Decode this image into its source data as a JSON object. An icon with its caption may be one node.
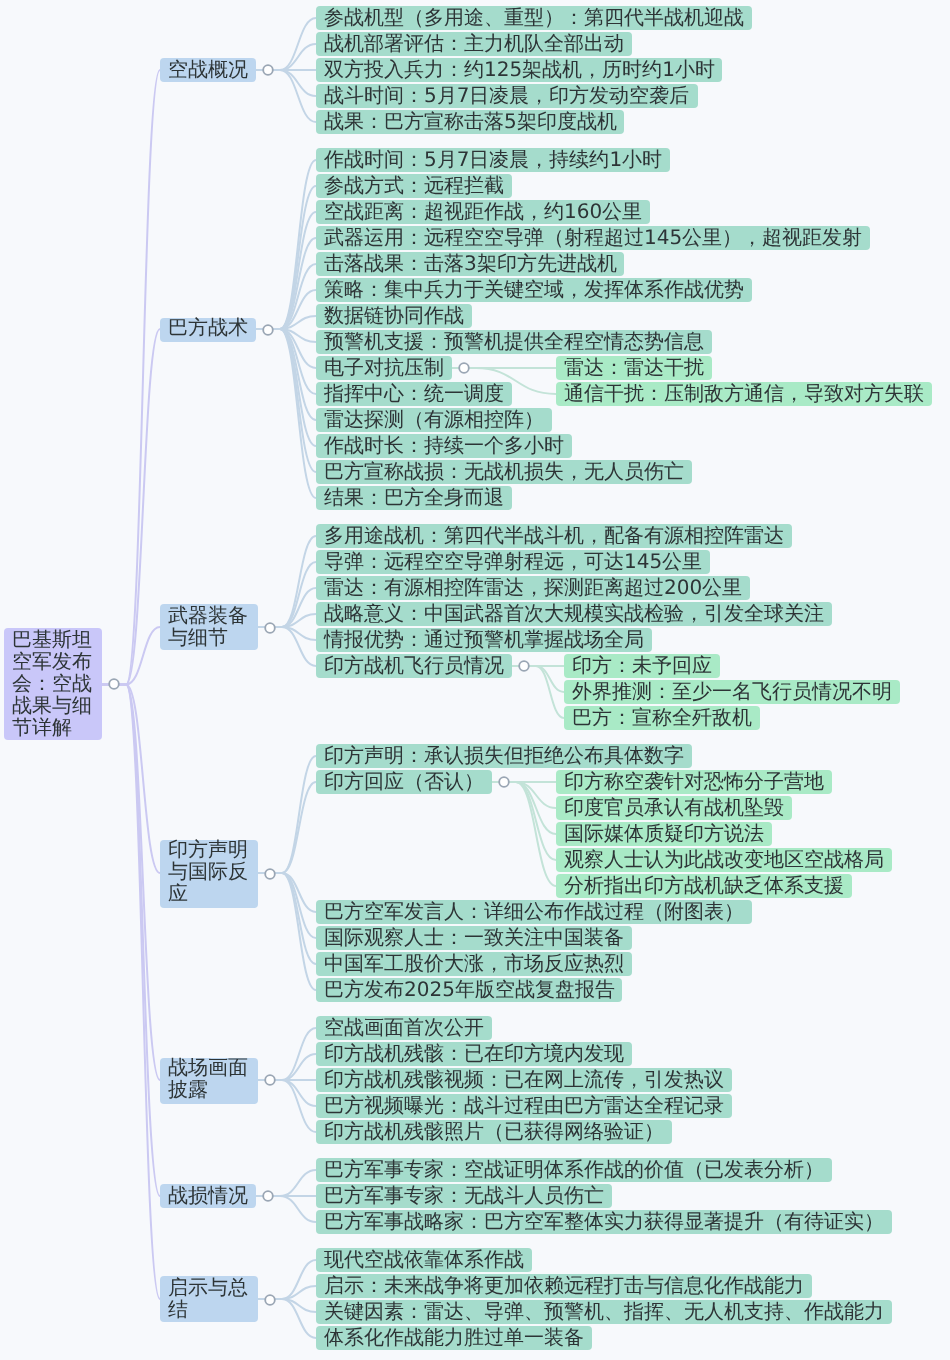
{
  "diagram": {
    "nodes": [
      {
        "text": [
          "巴基斯坦空军发布会：空战战果与细节详解"
        ]
      },
      {
        "text": [
          "空战概况"
        ]
      },
      {
        "text": [
          "参战机型（多用途、重型）：第四代半战机迎战"
        ]
      },
      {
        "text": [
          "战机部署评估：主力机队全部出动"
        ]
      },
      {
        "text": [
          "双方投入兵力：约125架战机，历时约1小时"
        ]
      },
      {
        "text": [
          "战斗时间：5月7日凌晨，印方发动空袭后"
        ]
      },
      {
        "text": [
          "战果：巴方宣称击落5架印度战机"
        ]
      },
      {
        "text": [
          "巴方战术"
        ]
      },
      {
        "text": [
          "作战时间：5月7日凌晨，持续约1小时"
        ]
      },
      {
        "text": [
          "参战方式：远程拦截"
        ]
      },
      {
        "text": [
          "空战距离：超视距作战，约160公里"
        ]
      },
      {
        "text": [
          "武器运用：远程空空导弹（射程超过145公里），超视距发射"
        ]
      },
      {
        "text": [
          "击落战果：击落3架印方先进战机"
        ]
      },
      {
        "text": [
          "策略：集中兵力于关键空域，发挥体系作战优势"
        ]
      },
      {
        "text": [
          "数据链协同作战"
        ]
      },
      {
        "text": [
          "预警机支援：预警机提供全程空情态势信息"
        ]
      },
      {
        "text": [
          "电子对抗压制"
        ]
      },
      {
        "text": [
          "雷达：雷达干扰"
        ]
      },
      {
        "text": [
          "通信干扰：压制敌方通信，导致对方失联"
        ]
      },
      {
        "text": [
          "指挥中心：统一调度"
        ]
      },
      {
        "text": [
          "雷达探测（有源相控阵）"
        ]
      },
      {
        "text": [
          "作战时长：持续一个多小时"
        ]
      },
      {
        "text": [
          "巴方宣称战损：无战机损失，无人员伤亡"
        ]
      },
      {
        "text": [
          "结果：巴方全身而退"
        ]
      },
      {
        "text": [
          "武器装备与细节"
        ]
      },
      {
        "text": [
          "多用途战机：第四代半战斗机，配备有源相控阵雷达"
        ]
      },
      {
        "text": [
          "导弹：远程空空导弹射程远，可达145公里"
        ]
      },
      {
        "text": [
          "雷达：有源相控阵雷达，探测距离超过200公里"
        ]
      },
      {
        "text": [
          "战略意义：中国武器首次大规模实战检验，引发全球关注"
        ]
      },
      {
        "text": [
          "情报优势：通过预警机掌握战场全局"
        ]
      },
      {
        "text": [
          "印方战机飞行员情况"
        ]
      },
      {
        "text": [
          "印方：未予回应"
        ]
      },
      {
        "text": [
          "外界推测：至少一名飞行员情况不明"
        ]
      },
      {
        "text": [
          "巴方：宣称全歼敌机"
        ]
      },
      {
        "text": [
          "印方声明与国际反应"
        ]
      },
      {
        "text": [
          "印方声明：承认损失但拒绝公布具体数字"
        ]
      },
      {
        "text": [
          "印方回应（否认）"
        ]
      },
      {
        "text": [
          "印方称空袭针对恐怖分子营地"
        ]
      },
      {
        "text": [
          "印度官员承认有战机坠毁"
        ]
      },
      {
        "text": [
          "国际媒体质疑印方说法"
        ]
      },
      {
        "text": [
          "观察人士认为此战改变地区空战格局"
        ]
      },
      {
        "text": [
          "分析指出印方战机缺乏体系支援"
        ]
      },
      {
        "text": [
          "巴方空军发言人：详细公布作战过程（附图表）"
        ]
      },
      {
        "text": [
          "国际观察人士：一致关注中国装备"
        ]
      },
      {
        "text": [
          "中国军工股价大涨，市场反应热烈"
        ]
      },
      {
        "text": [
          "巴方发布2025年版空战复盘报告"
        ]
      },
      {
        "text": [
          "战场画面披露"
        ]
      },
      {
        "text": [
          "空战画面首次公开"
        ]
      },
      {
        "text": [
          "印方战机残骸：已在印方境内发现"
        ]
      },
      {
        "text": [
          "印方战机残骸视频：已在网上流传，引发热议"
        ]
      },
      {
        "text": [
          "巴方视频曝光：战斗过程由巴方雷达全程记录"
        ]
      },
      {
        "text": [
          "印方战机残骸照片（已获得网络验证）"
        ]
      },
      {
        "text": [
          "战损情况"
        ]
      },
      {
        "text": [
          "巴方军事专家：空战证明体系作战的价值（已发表分析）"
        ]
      },
      {
        "text": [
          "巴方军事专家：无战斗人员伤亡"
        ]
      },
      {
        "text": [
          "巴方军事战略家：巴方空军整体实力获得显著提升（有待证实）"
        ]
      },
      {
        "text": [
          "启示与总结"
        ]
      },
      {
        "text": [
          "现代空战依靠体系作战"
        ]
      },
      {
        "text": [
          "启示：未来战争将更加依赖远程打击与信息化作战能力"
        ]
      },
      {
        "text": [
          "关键因素：雷达、导弹、预警机、指挥、无人机支持、作战能力"
        ]
      },
      {
        "text": [
          "体系化作战能力胜过单一装备"
        ]
      }
    ],
    "edges": [
      {
        "from": 0,
        "to": 1,
        "arrow": "none",
        "color": "#cbc9f2"
      },
      {
        "from": 1,
        "to": 2,
        "arrow": "none"
      },
      {
        "from": 1,
        "to": 3,
        "arrow": "none"
      },
      {
        "from": 1,
        "to": 4,
        "arrow": "none"
      },
      {
        "from": 1,
        "to": 5,
        "arrow": "none"
      },
      {
        "from": 1,
        "to": 6,
        "arrow": "none"
      },
      {
        "from": 0,
        "to": 7,
        "arrow": "none",
        "color": "#cbc9f2"
      },
      {
        "from": 7,
        "to": 8,
        "arrow": "none"
      },
      {
        "from": 7,
        "to": 9,
        "arrow": "none"
      },
      {
        "from": 7,
        "to": 10,
        "arrow": "none"
      },
      {
        "from": 7,
        "to": 11,
        "arrow": "none"
      },
      {
        "from": 7,
        "to": 12,
        "arrow": "none"
      },
      {
        "from": 7,
        "to": 13,
        "arrow": "none"
      },
      {
        "from": 7,
        "to": 14,
        "arrow": "none"
      },
      {
        "from": 7,
        "to": 15,
        "arrow": "none"
      },
      {
        "from": 7,
        "to": 16,
        "arrow": "none"
      },
      {
        "from": 16,
        "to": 17,
        "arrow": "none",
        "color": "#c3e3d8"
      },
      {
        "from": 16,
        "to": 18,
        "arrow": "none",
        "color": "#c3e3d8"
      },
      {
        "from": 7,
        "to": 19,
        "arrow": "none"
      },
      {
        "from": 7,
        "to": 20,
        "arrow": "none"
      },
      {
        "from": 7,
        "to": 21,
        "arrow": "none"
      },
      {
        "from": 7,
        "to": 22,
        "arrow": "none"
      },
      {
        "from": 7,
        "to": 23,
        "arrow": "none"
      },
      {
        "from": 0,
        "to": 24,
        "arrow": "none",
        "color": "#cbc9f2"
      },
      {
        "from": 24,
        "to": 25,
        "arrow": "none"
      },
      {
        "from": 24,
        "to": 26,
        "arrow": "none"
      },
      {
        "from": 24,
        "to": 27,
        "arrow": "none"
      },
      {
        "from": 24,
        "to": 28,
        "arrow": "none"
      },
      {
        "from": 24,
        "to": 29,
        "arrow": "none"
      },
      {
        "from": 24,
        "to": 30,
        "arrow": "none"
      },
      {
        "from": 30,
        "to": 31,
        "arrow": "none",
        "color": "#c3e3d8"
      },
      {
        "from": 30,
        "to": 32,
        "arrow": "none",
        "color": "#c3e3d8"
      },
      {
        "from": 30,
        "to": 33,
        "arrow": "none",
        "color": "#c3e3d8"
      },
      {
        "from": 0,
        "to": 34,
        "arrow": "none",
        "color": "#cbc9f2"
      },
      {
        "from": 34,
        "to": 35,
        "arrow": "none"
      },
      {
        "from": 34,
        "to": 36,
        "arrow": "none"
      },
      {
        "from": 36,
        "to": 37,
        "arrow": "none",
        "color": "#c3e3d8"
      },
      {
        "from": 36,
        "to": 38,
        "arrow": "none",
        "color": "#c3e3d8"
      },
      {
        "from": 36,
        "to": 39,
        "arrow": "none",
        "color": "#c3e3d8"
      },
      {
        "from": 36,
        "to": 40,
        "arrow": "none",
        "color": "#c3e3d8"
      },
      {
        "from": 36,
        "to": 41,
        "arrow": "none",
        "color": "#c3e3d8"
      },
      {
        "from": 34,
        "to": 42,
        "arrow": "none"
      },
      {
        "from": 34,
        "to": 43,
        "arrow": "none"
      },
      {
        "from": 34,
        "to": 44,
        "arrow": "none"
      },
      {
        "from": 34,
        "to": 45,
        "arrow": "none"
      },
      {
        "from": 0,
        "to": 46,
        "arrow": "none",
        "color": "#cbc9f2"
      },
      {
        "from": 46,
        "to": 47,
        "arrow": "none"
      },
      {
        "from": 46,
        "to": 48,
        "arrow": "none"
      },
      {
        "from": 46,
        "to": 49,
        "arrow": "none"
      },
      {
        "from": 46,
        "to": 50,
        "arrow": "none"
      },
      {
        "from": 46,
        "to": 51,
        "arrow": "none"
      },
      {
        "from": 0,
        "to": 52,
        "arrow": "none",
        "color": "#cbc9f2"
      },
      {
        "from": 52,
        "to": 53,
        "arrow": "none"
      },
      {
        "from": 52,
        "to": 54,
        "arrow": "none"
      },
      {
        "from": 52,
        "to": 55,
        "arrow": "none"
      },
      {
        "from": 0,
        "to": 56,
        "arrow": "none",
        "color": "#cbc9f2"
      },
      {
        "from": 56,
        "to": 57,
        "arrow": "none"
      },
      {
        "from": 56,
        "to": 58,
        "arrow": "none"
      },
      {
        "from": 56,
        "to": 59,
        "arrow": "none"
      },
      {
        "from": 56,
        "to": 60,
        "arrow": "none"
      }
    ]
  }
}
